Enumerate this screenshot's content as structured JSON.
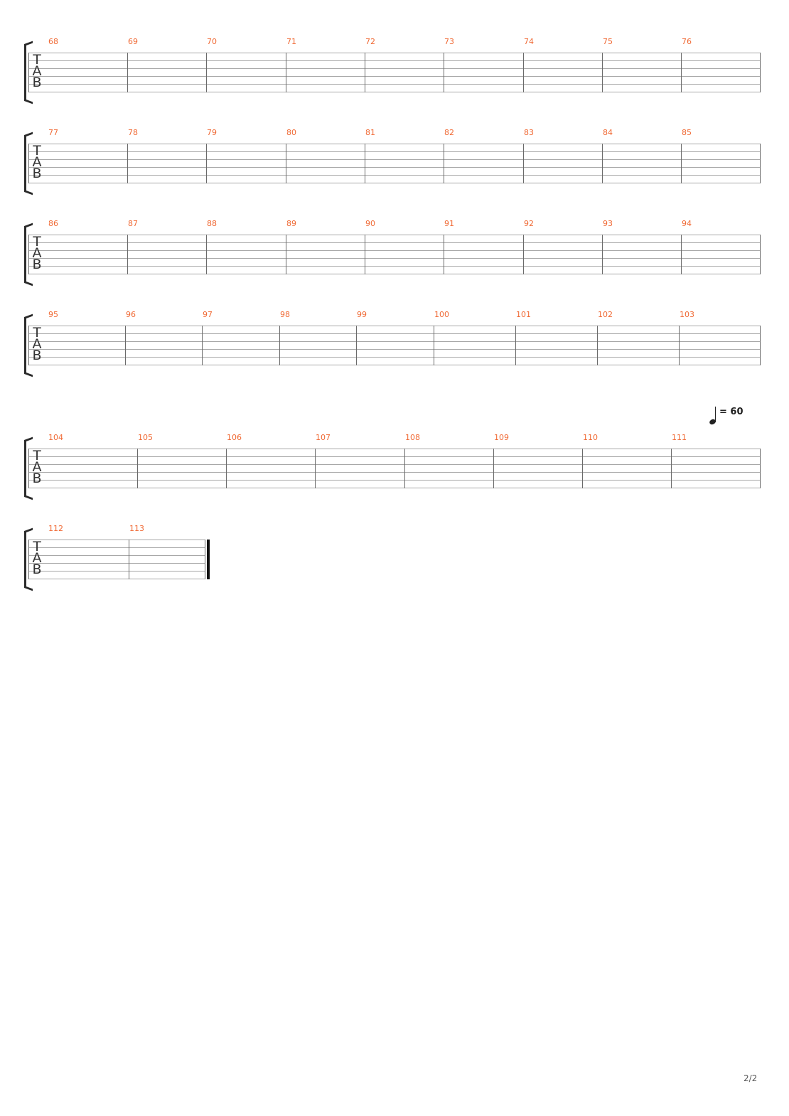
{
  "clef": [
    "T",
    "A",
    "B"
  ],
  "tempo": {
    "text": "= 60",
    "icon": "quarter-note-icon"
  },
  "page_number": "2/2",
  "systems": [
    {
      "measures": [
        "68",
        "69",
        "70",
        "71",
        "72",
        "73",
        "74",
        "75",
        "76"
      ]
    },
    {
      "measures": [
        "77",
        "78",
        "79",
        "80",
        "81",
        "82",
        "83",
        "84",
        "85"
      ]
    },
    {
      "measures": [
        "86",
        "87",
        "88",
        "89",
        "90",
        "91",
        "92",
        "93",
        "94"
      ]
    },
    {
      "measures": [
        "95",
        "96",
        "97",
        "98",
        "99",
        "100",
        "101",
        "102",
        "103"
      ]
    },
    {
      "measures": [
        "104",
        "105",
        "106",
        "107",
        "108",
        "109",
        "110",
        "111"
      ]
    },
    {
      "measures": [
        "112",
        "113"
      ],
      "final_barline": true
    }
  ],
  "colors": {
    "measure_number": "#f06a35",
    "staff_line": "#a8a8a8",
    "barline": "#6a6a6a"
  }
}
